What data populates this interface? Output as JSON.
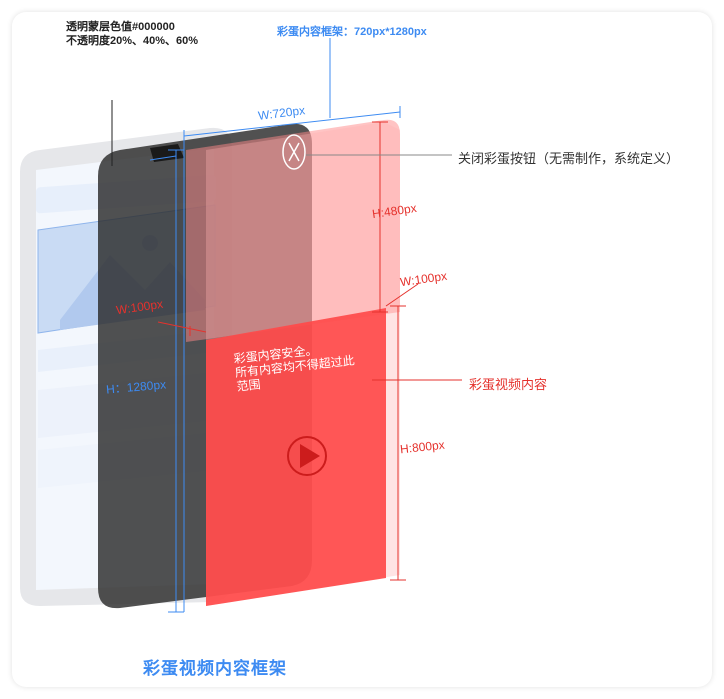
{
  "notes": {
    "mask_line1": "透明蒙层色值#000000",
    "mask_line2": "不透明度20%、40%、60%",
    "frame_title": "彩蛋内容框架：720px*1280px",
    "close_button": "关闭彩蛋按钮（无需制作，系统定义）",
    "egg_content": "彩蛋视频内容",
    "safe_line1": "彩蛋内容安全。",
    "safe_line2": "所有内容均不得超过此",
    "safe_line3": "范围"
  },
  "dimensions": {
    "top_width": "W:720px",
    "height_480": "H:480px",
    "width_100_right": "W:100px",
    "width_100_left": "W:100px",
    "height_1280": "H：1280px",
    "height_800": "H:800px"
  },
  "footer": {
    "title": "彩蛋视频内容框架"
  },
  "colors": {
    "accent_blue": "#3d8bf2",
    "accent_red": "#e5322d",
    "mask_dark": "#2b2b2b"
  },
  "icons": [
    "close-icon",
    "play-icon",
    "image-icon"
  ]
}
